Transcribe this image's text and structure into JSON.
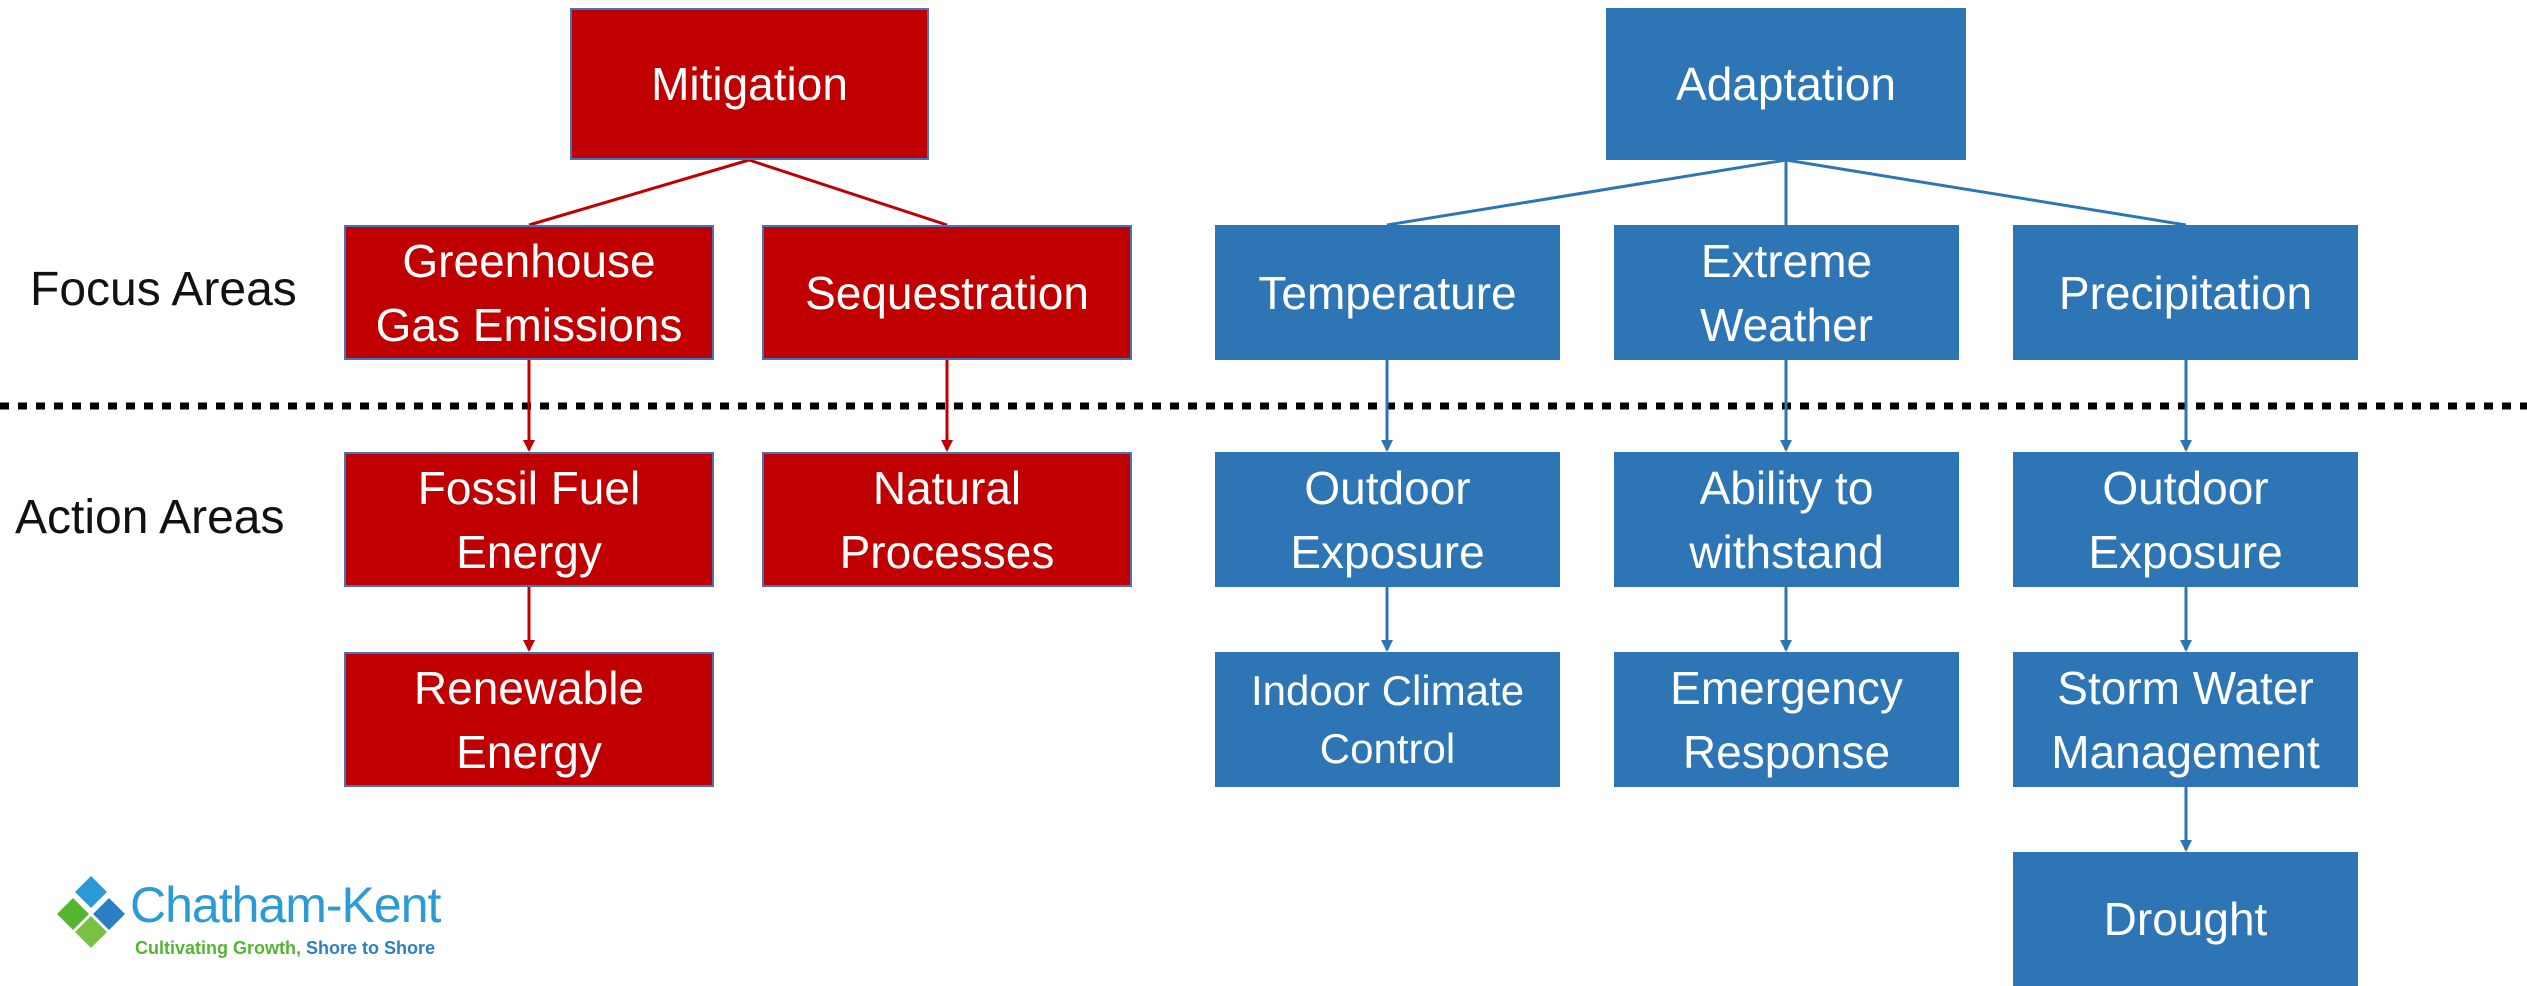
{
  "row_labels": {
    "focus": "Focus Areas",
    "action": "Action Areas"
  },
  "mitigation": {
    "title": "Mitigation",
    "focus": {
      "ghg": "Greenhouse\nGas Emissions",
      "sequestration": "Sequestration"
    },
    "action": {
      "fossil_fuel": "Fossil Fuel\nEnergy",
      "natural": "Natural\nProcesses",
      "renewable": "Renewable\nEnergy"
    }
  },
  "adaptation": {
    "title": "Adaptation",
    "focus": {
      "temperature": "Temperature",
      "extreme_weather": "Extreme\nWeather",
      "precipitation": "Precipitation"
    },
    "action": {
      "temp_outdoor": "Outdoor\nExposure",
      "indoor_climate": "Indoor Climate\nControl",
      "withstand": "Ability to\nwithstand",
      "emergency": "Emergency\nResponse",
      "precip_outdoor": "Outdoor\nExposure",
      "storm_water": "Storm Water\nManagement",
      "drought": "Drought"
    }
  },
  "logo": {
    "name": "Chatham-Kent",
    "tagline_part1": "Cultivating Growth, ",
    "tagline_part2": "Shore to Shore"
  },
  "colors": {
    "mitigation": "#c00000",
    "adaptation": "#2e75b6",
    "divider": "#000000"
  }
}
